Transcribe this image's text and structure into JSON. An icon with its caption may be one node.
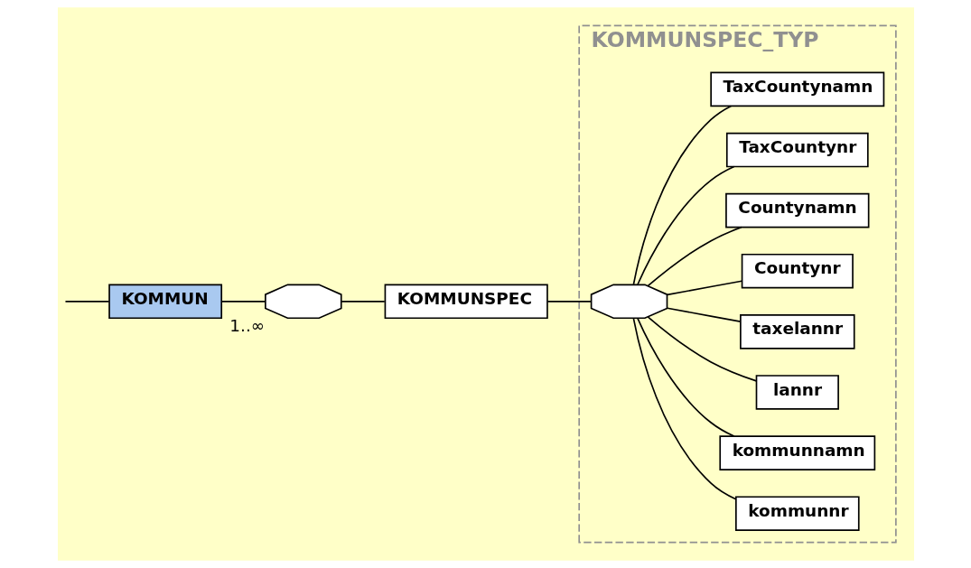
{
  "diagram": {
    "nodes": [
      {
        "text": [
          "KOMMUN"
        ]
      },
      {
        "text": [],
        "shape": "octagon",
        "beside": [
          "1..∞"
        ]
      },
      {
        "text": [
          "KOMMUNSPEC"
        ]
      },
      {
        "text": [
          "KOMMUNSPEC_TYP"
        ]
      },
      {
        "text": [],
        "shape": "octagon",
        "in": 3
      },
      {
        "text": [
          "kommunnr"
        ],
        "in": 3
      },
      {
        "text": [
          "kommunnamn"
        ],
        "in": 3
      },
      {
        "text": [
          "lannr"
        ],
        "in": 3
      },
      {
        "text": [
          "taxelannr"
        ],
        "in": 3
      },
      {
        "text": [
          "Countynr"
        ],
        "in": 3
      },
      {
        "text": [
          "Countynamn"
        ],
        "in": 3
      },
      {
        "text": [
          "TaxCountynr"
        ],
        "in": 3
      },
      {
        "text": [
          "TaxCountynamn"
        ],
        "in": 3
      }
    ],
    "edges": [
      {
        "from": null,
        "to": 0,
        "arrow": "none"
      },
      {
        "from": 0,
        "to": 1,
        "arrow": "none"
      },
      {
        "from": 1,
        "to": 2,
        "arrow": "none"
      },
      {
        "from": 2,
        "to": 4,
        "arrow": "none"
      },
      {
        "from": 4,
        "to": 5,
        "arrow": "none"
      },
      {
        "from": 4,
        "to": 6,
        "arrow": "none"
      },
      {
        "from": 4,
        "to": 7,
        "arrow": "none"
      },
      {
        "from": 4,
        "to": 8,
        "arrow": "none"
      },
      {
        "from": 4,
        "to": 9,
        "arrow": "none"
      },
      {
        "from": 4,
        "to": 10,
        "arrow": "none"
      },
      {
        "from": 4,
        "to": 11,
        "arrow": "none"
      },
      {
        "from": 4,
        "to": 12,
        "arrow": "none"
      }
    ]
  }
}
